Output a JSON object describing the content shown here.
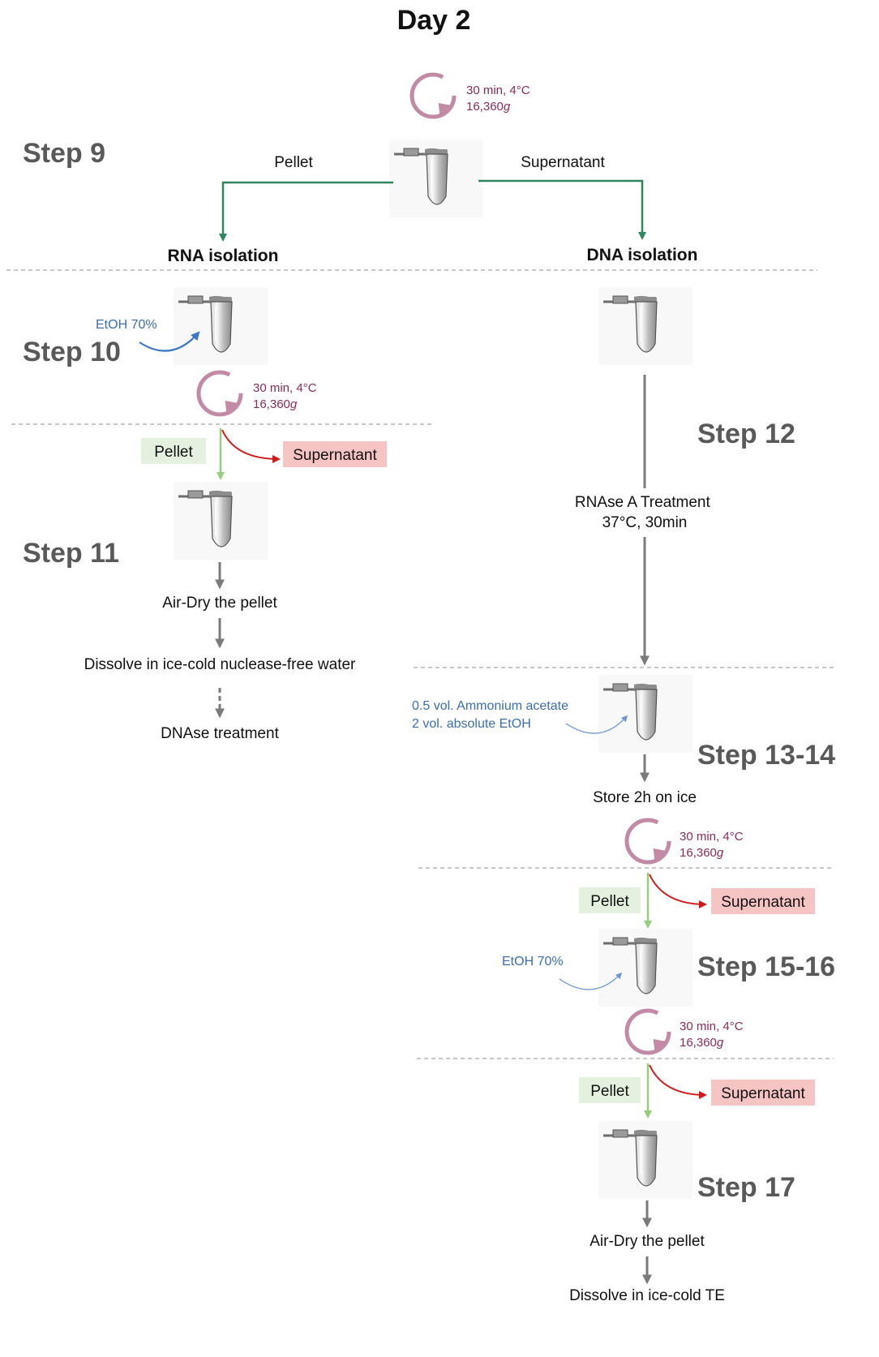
{
  "title": "Day 2",
  "spin": {
    "line1": "30 min, 4°C",
    "line2_number": "16,360",
    "line2_unit": "g"
  },
  "steps": {
    "s9": "Step 9",
    "s10": "Step 10",
    "s11": "Step 11",
    "s12": "Step 12",
    "s13": "Step 13-14",
    "s15": "Step 15-16",
    "s17": "Step 17"
  },
  "branch": {
    "pellet": "Pellet",
    "supernatant": "Supernatant",
    "rna": "RNA isolation",
    "dna": "DNA isolation"
  },
  "rna": {
    "etoh": "EtOH 70%",
    "pellet": "Pellet",
    "supernatant": "Supernatant",
    "airdry": "Air-Dry the pellet",
    "dissolve": "Dissolve in ice-cold nuclease-free water",
    "dnase": "DNAse treatment"
  },
  "dna": {
    "rnase_line1": "RNAse A Treatment",
    "rnase_line2": "37°C, 30min",
    "reagent_line1": "0.5 vol. Ammonium acetate",
    "reagent_line2": "2 vol. absolute EtOH",
    "store": "Store 2h on ice",
    "pellet1": "Pellet",
    "supernatant1": "Supernatant",
    "etoh": "EtOH 70%",
    "pellet2": "Pellet",
    "supernatant2": "Supernatant",
    "airdry": "Air-Dry the pellet",
    "dissolve": "Dissolve in ice-cold TE"
  },
  "colors": {
    "step_gray": "#595959",
    "spin_circle": "#c28aa5",
    "spin_text": "#8a2c5a",
    "branch_green": "#2f8760",
    "pellet_box": "#e3f1de",
    "pellet_arrow": "#96cf7c",
    "supernatant_box": "#f7c4c4",
    "discard_red": "#d11b1b",
    "reagent_blue": "#3a6fb3"
  },
  "icons": [
    "centrifuge-spin-icon",
    "microtube-icon"
  ]
}
